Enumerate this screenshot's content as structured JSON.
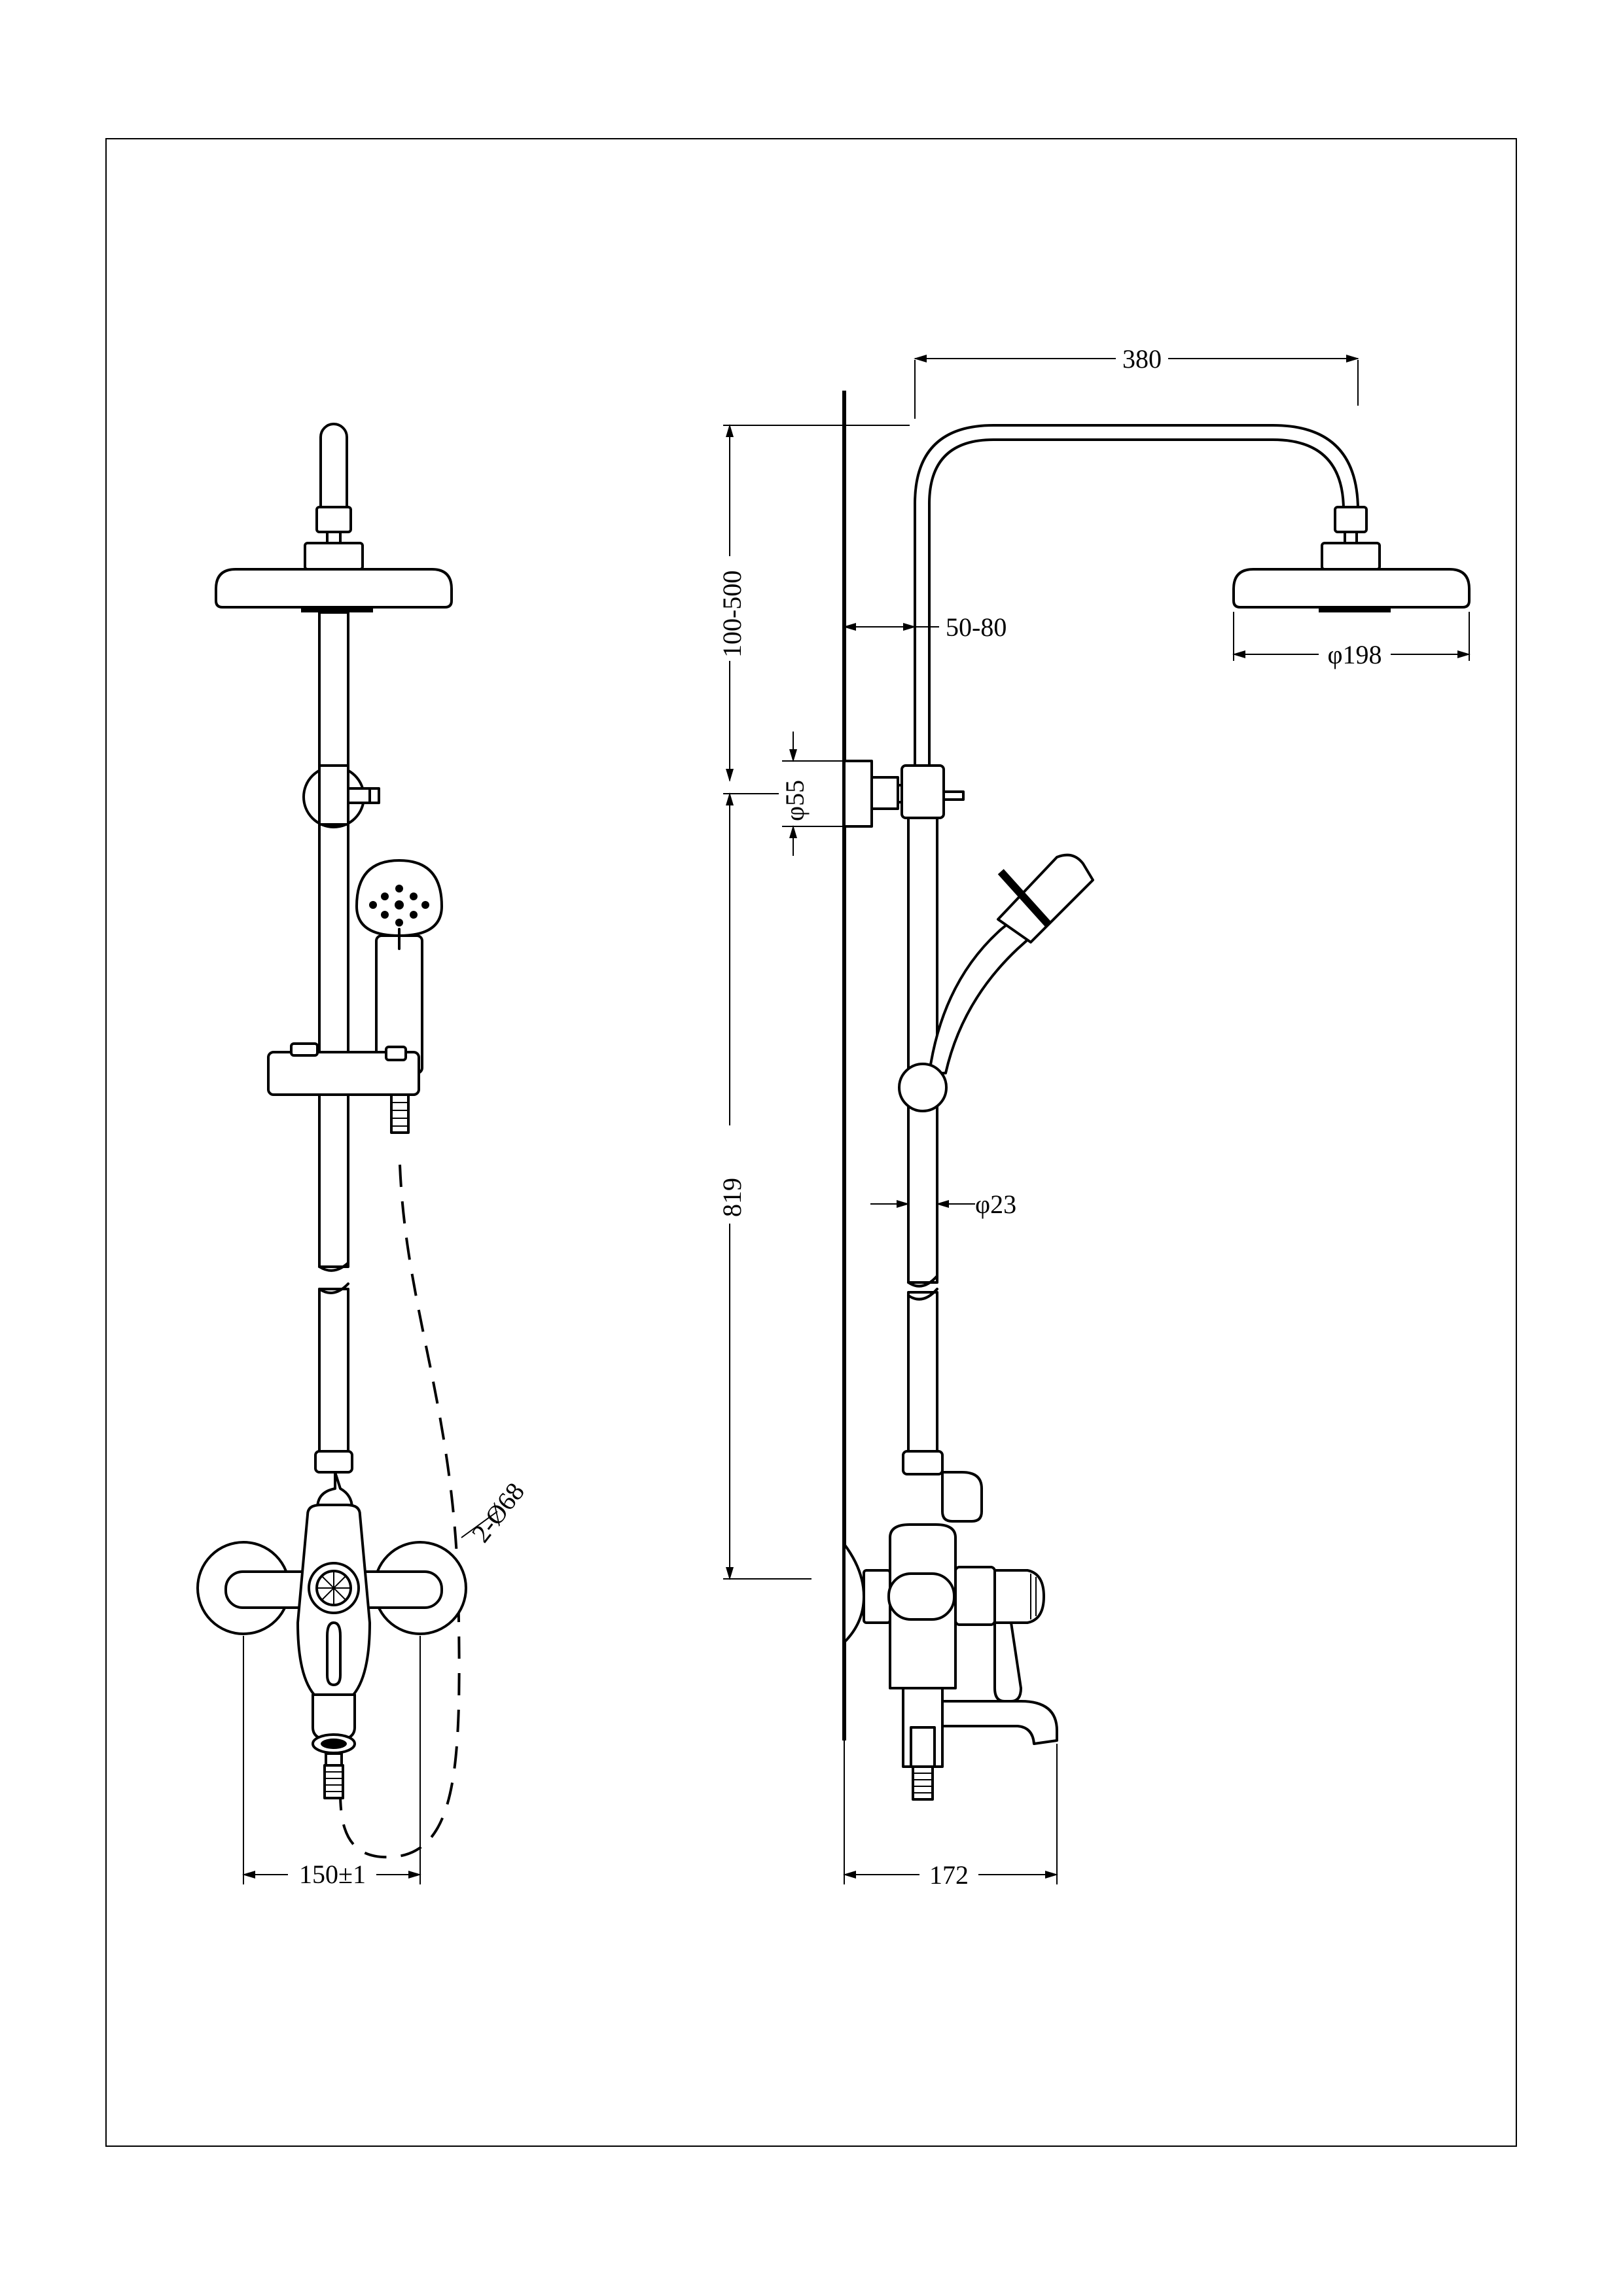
{
  "dimensions": {
    "arm_length": "380",
    "wall_offset_range": "100-500",
    "bracket_offset": "50-80",
    "top_head_diameter": "φ198",
    "bracket_diameter": "φ55",
    "rail_height": "819",
    "rail_diameter": "φ23",
    "escutcheon_diameter": "2-Ø68",
    "inlet_spacing": "150±1",
    "spout_projection": "172"
  },
  "colors": {
    "line": "#000000",
    "background": "#ffffff"
  }
}
